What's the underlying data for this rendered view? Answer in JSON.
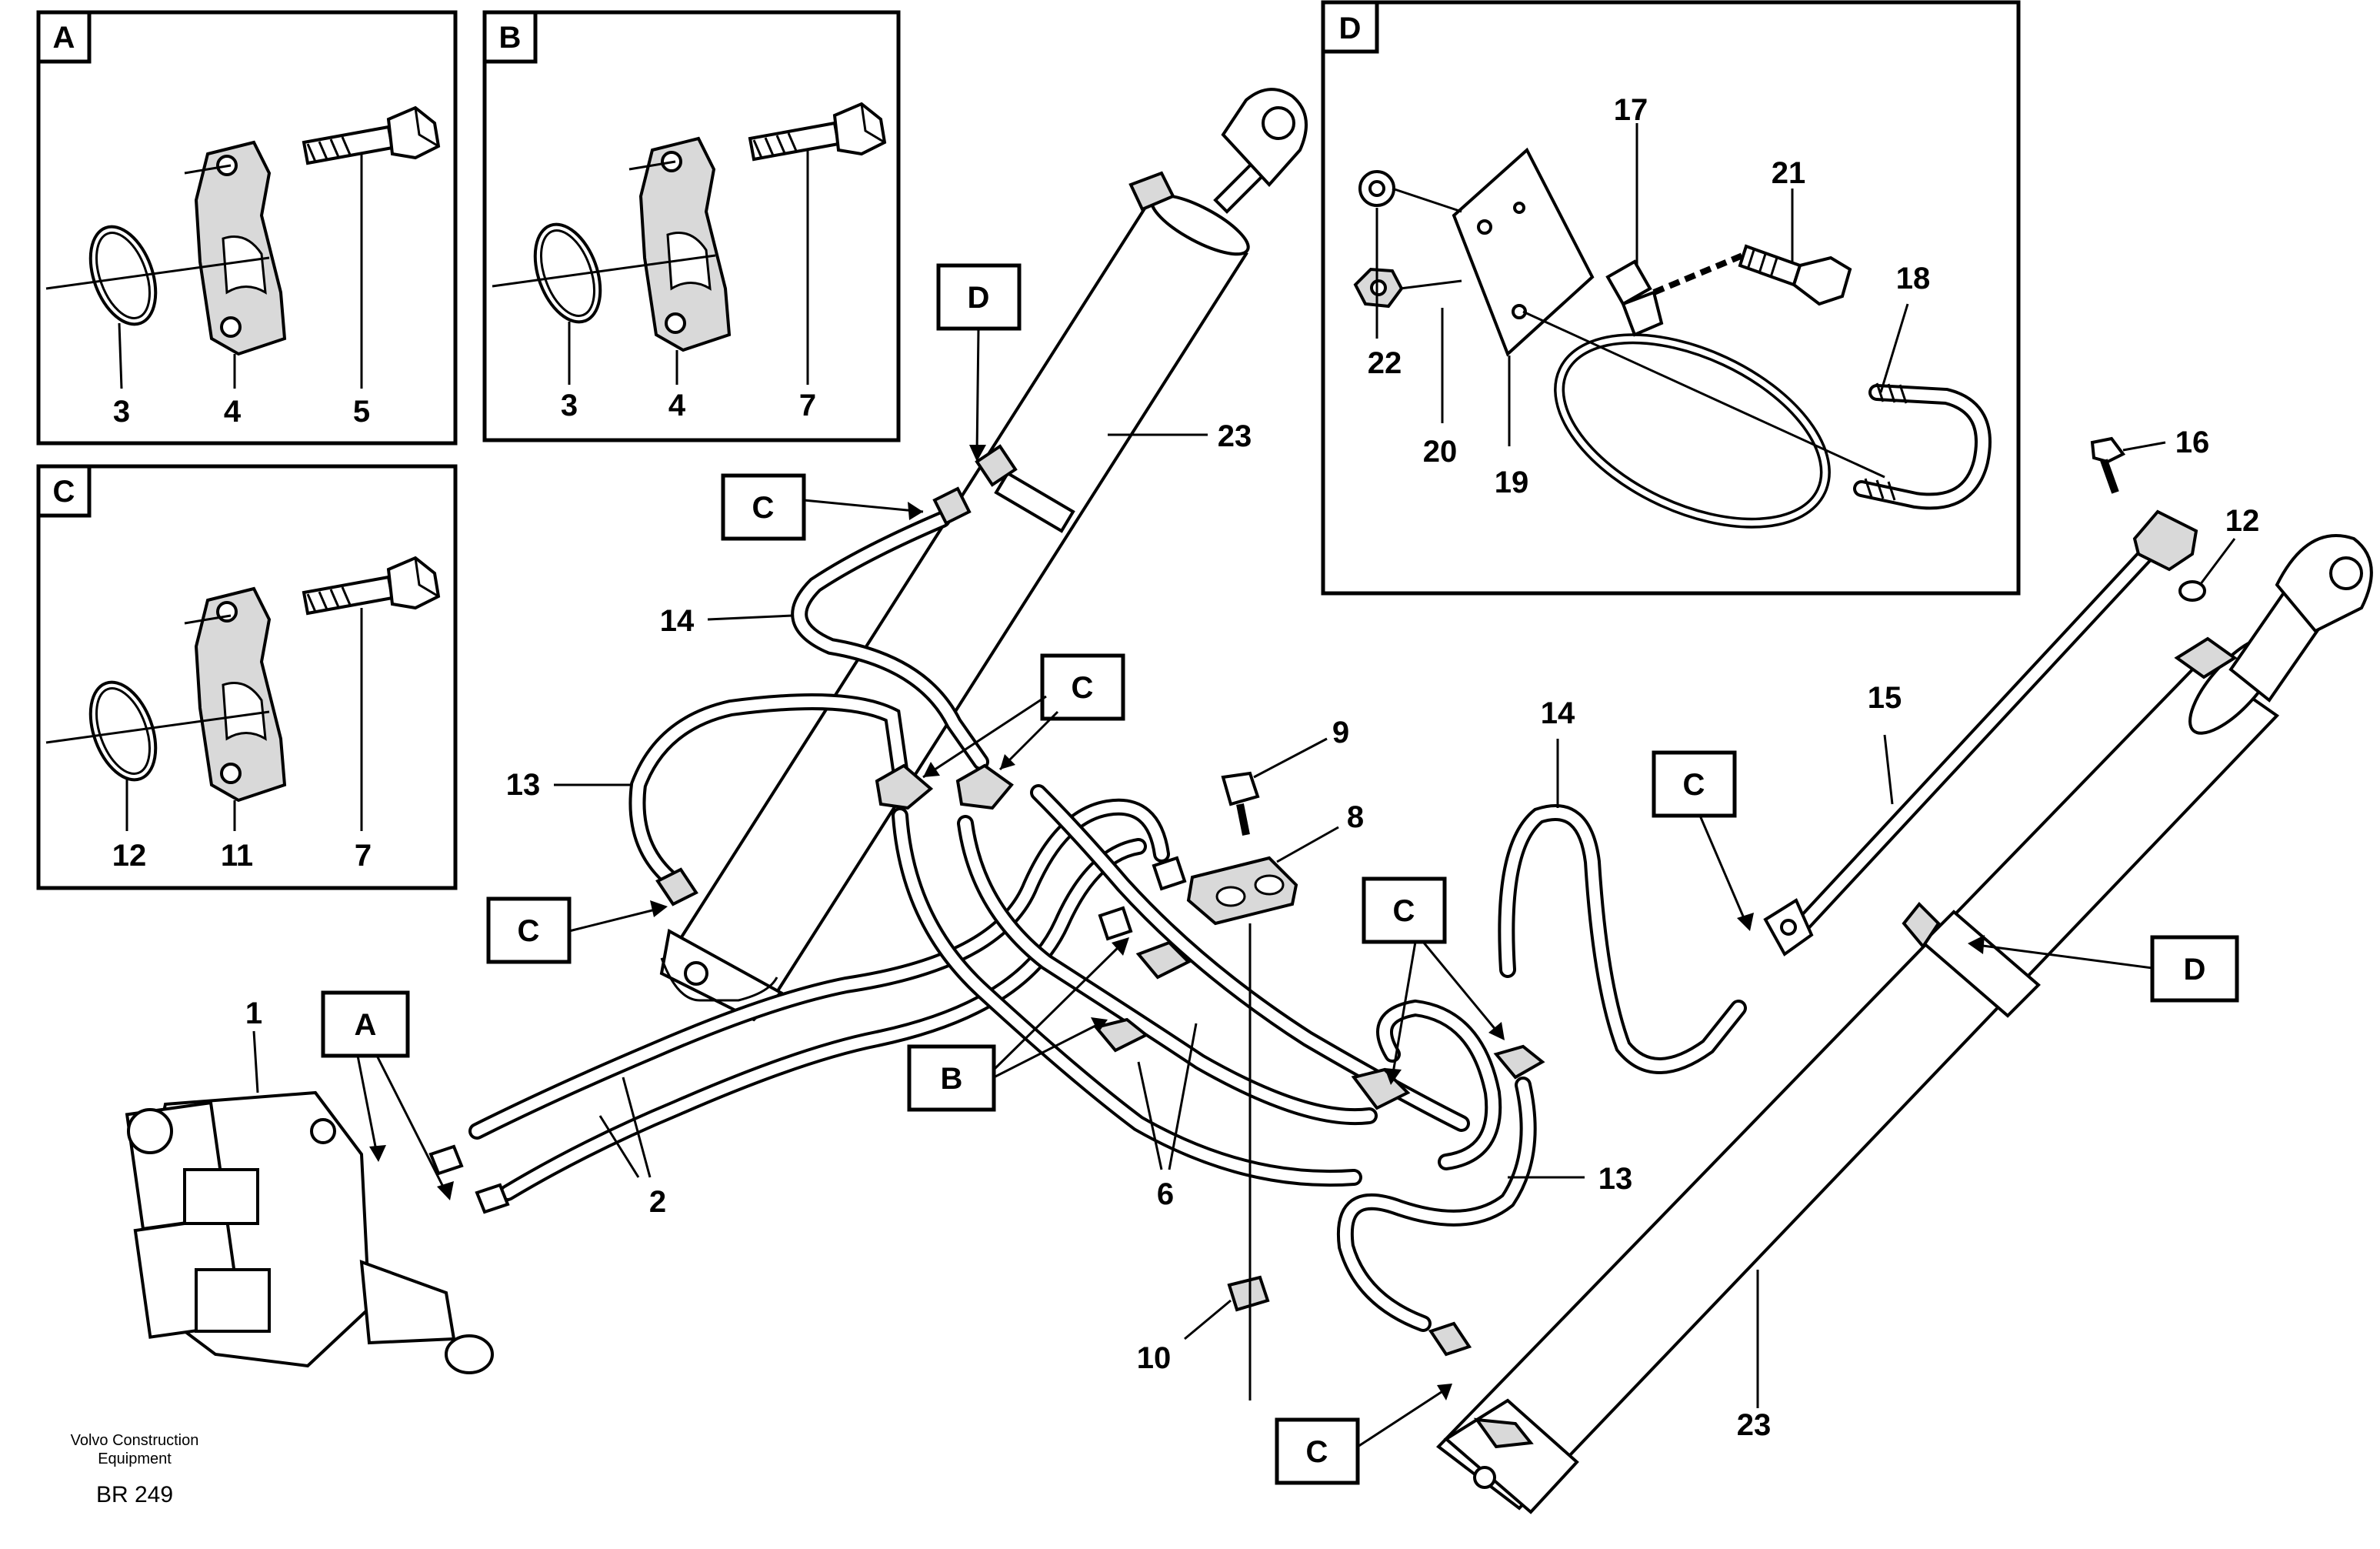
{
  "footer": {
    "company_line1": "Volvo Construction",
    "company_line2": "Equipment",
    "code": "BR 249"
  },
  "insets": {
    "A": {
      "tag": "A",
      "labels": [
        "3",
        "4",
        "5"
      ]
    },
    "B": {
      "tag": "B",
      "labels": [
        "3",
        "4",
        "7"
      ]
    },
    "C": {
      "tag": "C",
      "labels": [
        "12",
        "11",
        "7"
      ]
    },
    "D": {
      "tag": "D",
      "labels": [
        "17",
        "21",
        "18",
        "22",
        "20",
        "19"
      ]
    }
  },
  "callouts": {
    "c_top": "C",
    "d_top": "D",
    "c_mid": "C",
    "c_left": "C",
    "a_main": "A",
    "b_main": "B",
    "c_center": "C",
    "c_right": "C",
    "d_right": "D",
    "c_bottom": "C"
  },
  "parts": {
    "p1": "1",
    "p2": "2",
    "p6": "6",
    "p8": "8",
    "p9": "9",
    "p10": "10",
    "p12": "12",
    "p13a": "13",
    "p13b": "13",
    "p14a": "14",
    "p14b": "14",
    "p15": "15",
    "p16": "16",
    "p23a": "23",
    "p23b": "23"
  }
}
